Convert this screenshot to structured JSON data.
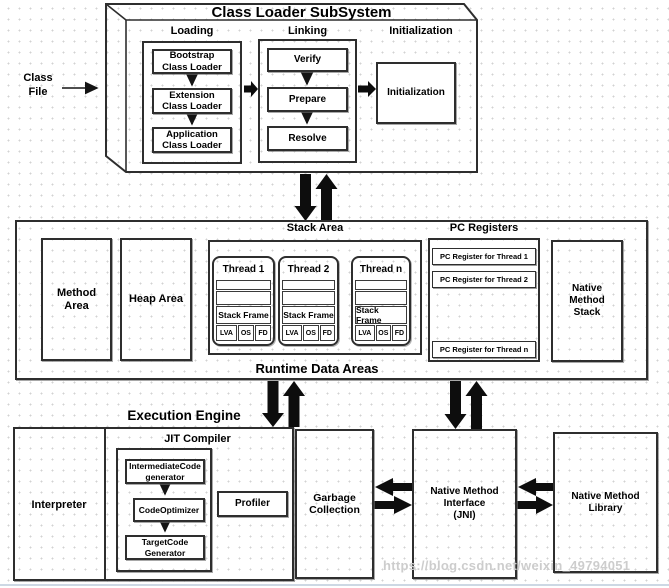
{
  "diagram": {
    "class_file": {
      "lines": [
        "Class",
        "File"
      ]
    },
    "class_loader": {
      "title": "Class Loader SubSystem",
      "loading": {
        "title": "Loading",
        "bootstrap": {
          "lines": [
            "Bootstrap",
            "Class Loader"
          ]
        },
        "extension": {
          "lines": [
            "Extension",
            "Class Loader"
          ]
        },
        "application": {
          "lines": [
            "Application",
            "Class Loader"
          ]
        }
      },
      "linking": {
        "title": "Linking",
        "verify": "Verify",
        "prepare": "Prepare",
        "resolve": "Resolve"
      },
      "initialization": {
        "title": "Initialization",
        "box": "Initialization"
      }
    },
    "runtime": {
      "title": "Runtime Data Areas",
      "method_area": {
        "lines": [
          "Method",
          "Area"
        ]
      },
      "heap_area": "Heap Area",
      "stack_area": {
        "title": "Stack Area",
        "threads": [
          {
            "name": "Thread 1"
          },
          {
            "name": "Thread 2"
          },
          {
            "name": "Thread n"
          }
        ],
        "stack_frame": "Stack Frame",
        "frame_cells": [
          "LVA",
          "OS",
          "FD"
        ]
      },
      "pc_registers": {
        "title": "PC Registers",
        "items": [
          "PC Register for Thread 1",
          "PC Register for Thread 2",
          "PC Register for Thread n"
        ]
      },
      "native_method_stack": {
        "lines": [
          "Native",
          "Method",
          "Stack"
        ]
      }
    },
    "execution_engine": {
      "title": "Execution Engine",
      "interpreter": "Interpreter",
      "jit": {
        "title": "JIT Compiler",
        "intermediate": {
          "lines": [
            "IntermediateCode",
            "generator"
          ]
        },
        "optimizer": "CodeOptimizer",
        "target": {
          "lines": [
            "TargetCode",
            "Generator"
          ]
        },
        "profiler": "Profiler"
      },
      "garbage_collection": {
        "lines": [
          "Garbage",
          "Collection"
        ]
      }
    },
    "jni": {
      "lines": [
        "Native Method",
        "Interface",
        "(JNI)"
      ]
    },
    "native_method_library": {
      "lines": [
        "Native Method",
        "Library"
      ]
    },
    "watermark": "https://blog.csdn.net/weixin_49794051",
    "colors": {
      "ink": "#2e2e2e",
      "watermark": "#cdcdcd",
      "background": "#ffffff"
    }
  }
}
